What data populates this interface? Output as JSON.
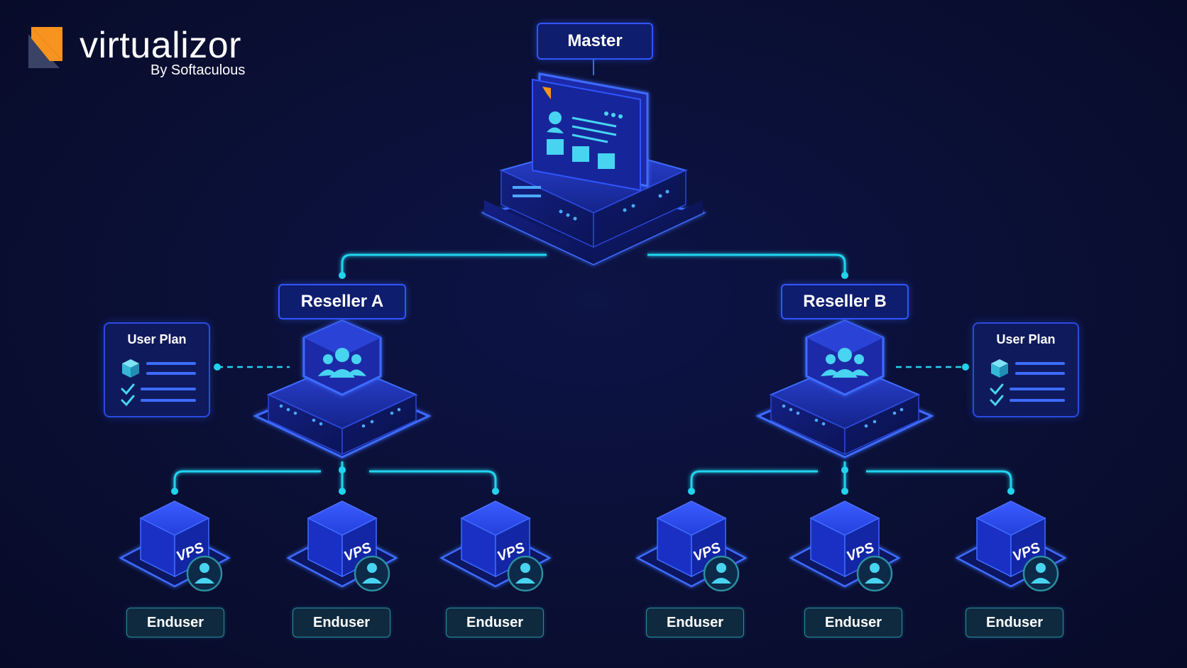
{
  "brand": {
    "name": "virtualizor",
    "tagline": "By Softaculous",
    "colors": {
      "orange": "#f7931e",
      "slate": "#3a4266"
    }
  },
  "nodes": {
    "master": {
      "label": "Master",
      "icon": "master-panel-server-icon"
    },
    "reseller_a": {
      "label": "Reseller A",
      "icon": "users-group-icon"
    },
    "reseller_b": {
      "label": "Reseller B",
      "icon": "users-group-icon"
    }
  },
  "plans": {
    "left": {
      "title": "User Plan",
      "icon": "package-cube-icon"
    },
    "right": {
      "title": "User Plan",
      "icon": "package-cube-icon"
    }
  },
  "vps": {
    "cube_text": "VPS",
    "items": [
      {
        "label": "Enduser"
      },
      {
        "label": "Enduser"
      },
      {
        "label": "Enduser"
      },
      {
        "label": "Enduser"
      },
      {
        "label": "Enduser"
      },
      {
        "label": "Enduser"
      }
    ]
  },
  "colors": {
    "connector": "#22d3ee",
    "accent_blue": "#2f56ff",
    "background": "#0a0f34"
  }
}
